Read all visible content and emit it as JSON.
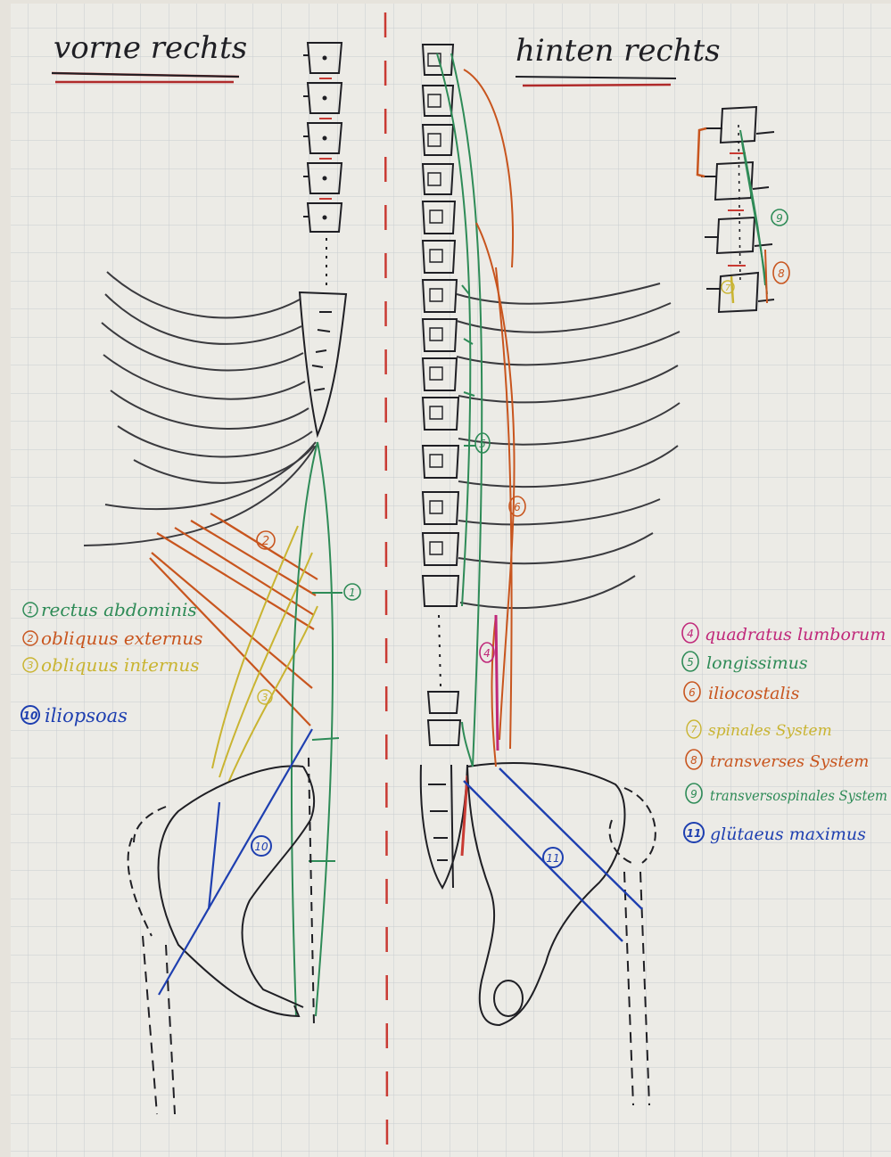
{
  "headings": {
    "front": "vorne rechts",
    "back": "hinten rechts"
  },
  "legend_front": [
    {
      "num": "1",
      "text": "rectus abdominis",
      "color": "#2e8b57"
    },
    {
      "num": "2",
      "text": "obliquus externus",
      "color": "#c8551e"
    },
    {
      "num": "3",
      "text": "obliquus internus",
      "color": "#c9b431"
    },
    {
      "num": "10",
      "text": "iliopsoas",
      "color": "#1e3fb0"
    }
  ],
  "legend_back": [
    {
      "num": "4",
      "text": "quadratus lumborum",
      "color": "#c0287a"
    },
    {
      "num": "5",
      "text": "longissimus",
      "color": "#2e8b57"
    },
    {
      "num": "6",
      "text": "iliocostalis",
      "color": "#c8551e"
    },
    {
      "num": "7",
      "text": "spinales System",
      "color": "#c9b431"
    },
    {
      "num": "8",
      "text": "transverses System",
      "color": "#c8551e"
    },
    {
      "num": "9",
      "text": "transversospinales System",
      "color": "#2e8b57"
    },
    {
      "num": "11",
      "text": "glütaeus maximus",
      "color": "#1e3fb0"
    }
  ],
  "markers": {
    "m1": "1",
    "m2": "2",
    "m3": "3",
    "m4": "4",
    "m5": "5",
    "m6": "6",
    "m7": "7",
    "m8": "8",
    "m9": "9",
    "m10": "10",
    "m11": "11"
  },
  "colors": {
    "paper": "#ecebe6",
    "grid": "#c9ccd0",
    "ink": "#1f1f24",
    "divider": "#c93a33",
    "green": "#2e8b57",
    "orange": "#c8551e",
    "yellow": "#c9b431",
    "magenta": "#c0287a",
    "blue": "#1e3fb0"
  }
}
